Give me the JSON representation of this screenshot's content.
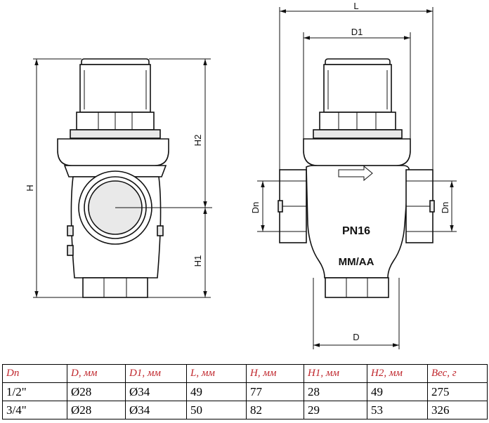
{
  "drawing": {
    "labels": {
      "H": "H",
      "H1": "H1",
      "H2": "H2",
      "L": "L",
      "D1": "D1",
      "D": "D",
      "Dn": "Dn",
      "pn": "PN16",
      "mark": "MM/AA"
    }
  },
  "table": {
    "headers": [
      "Dn",
      "D, мм",
      "D1, мм",
      "L, мм",
      "H, мм",
      "H1, мм",
      "H2, мм",
      "Вес, г"
    ],
    "rows": [
      [
        "1/2\"",
        "Ø28",
        "Ø34",
        "49",
        "77",
        "28",
        "49",
        "275"
      ],
      [
        "3/4\"",
        "Ø28",
        "Ø34",
        "50",
        "82",
        "29",
        "53",
        "326"
      ]
    ]
  }
}
